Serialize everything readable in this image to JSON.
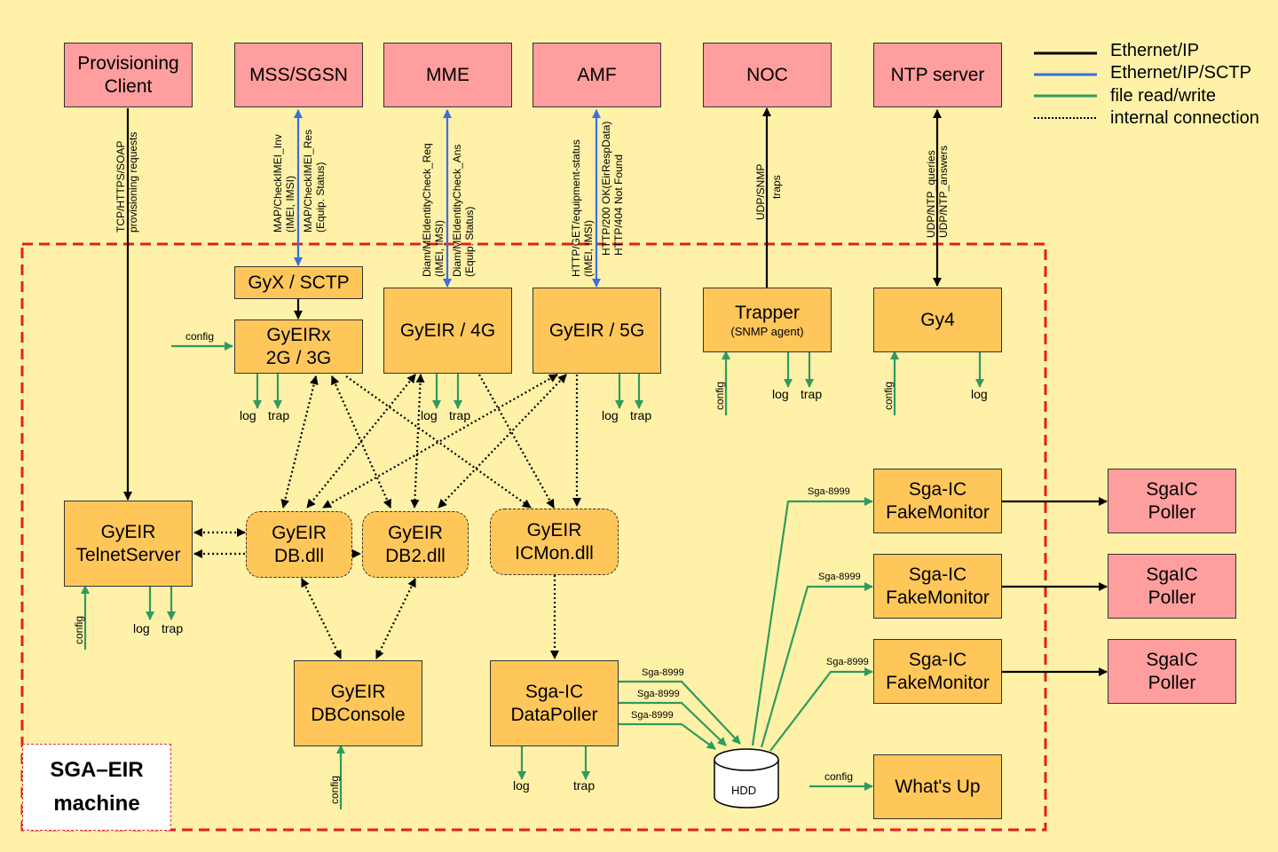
{
  "colors": {
    "background": "#FFF2A8",
    "external": "#FF9E9E",
    "internal": "#FFC75A",
    "ethernet": "#000000",
    "sctp": "#3A6FE0",
    "file": "#2E9B5E",
    "boundary": "#E02020"
  },
  "legend": [
    {
      "label": "Ethernet/IP"
    },
    {
      "label": "Ethernet/IP/SCTP"
    },
    {
      "label": "file read/write"
    },
    {
      "label": "internal connection"
    }
  ],
  "external": {
    "prov_line1": "Provisioning",
    "prov_line2": "Client",
    "mss": "MSS/SGSN",
    "mme": "MME",
    "amf": "AMF",
    "noc": "NOC",
    "ntp": "NTP server",
    "poller_line1": "SgaIC",
    "poller_line2": "Poller"
  },
  "modules": {
    "gyx": "GyX / SCTP",
    "gyeirx_line1": "GyEIRx",
    "gyeirx_line2": "2G / 3G",
    "gyeir4g": "GyEIR / 4G",
    "gyeir5g": "GyEIR / 5G",
    "trapper": "Trapper",
    "trapper_sub": "(SNMP agent)",
    "gy4": "Gy4",
    "telnet_line1": "GyEIR",
    "telnet_line2": "TelnetServer",
    "db_line1": "GyEIR",
    "db_line2": "DB.dll",
    "db2_line1": "GyEIR",
    "db2_line2": "DB2.dll",
    "icmon_line1": "GyEIR",
    "icmon_line2": "ICMon.dll",
    "dbconsole_line1": "GyEIR",
    "dbconsole_line2": "DBConsole",
    "datapoller_line1": "Sga-IC",
    "datapoller_line2": "DataPoller",
    "fake_line1": "Sga-IC",
    "fake_line2": "FakeMonitor",
    "whatsup": "What's Up",
    "hdd": "HDD"
  },
  "links": {
    "prov_a": "TCP/HTTPS/SOAP",
    "prov_b": "provisioning requests",
    "mss_a": "MAP/CheckIMEI_Inv",
    "mss_b": "(IMEI, IMSI)",
    "mss_c": "MAP/CheckIMEI_Res",
    "mss_d": "(Equip. Status)",
    "mme_a": "Diam/MEIdentityCheck_Req",
    "mme_b": "(IMEI, IMSI)",
    "mme_c": "Diam/MEIdentityCheck_Ans",
    "mme_d": "(Equip. Status)",
    "amf_a": "HTTP/GET/equipment-status",
    "amf_b": "(IMEI, IMSI)",
    "amf_c": "HTTP/200 OK(EirRespData)",
    "amf_d": "HTTP/404 Not Found",
    "noc_a": "UDP/SNMP",
    "noc_b": "traps",
    "ntp_a": "UDP/NTP_queries",
    "ntp_b": "UDP/NTP_answers"
  },
  "labels": {
    "config": "config",
    "log": "log",
    "trap": "trap",
    "sga": "Sga-8999"
  },
  "machine": {
    "line1": "SGA–EIR",
    "line2": "machine"
  }
}
